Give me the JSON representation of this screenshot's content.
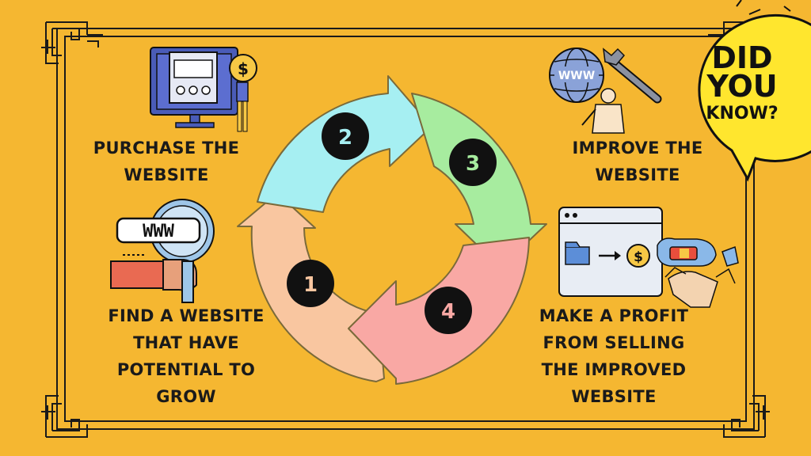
{
  "steps": [
    {
      "number": "1",
      "line1": "FIND A WEBSITE",
      "line2": "THAT HAVE",
      "line3": "POTENTIAL TO",
      "line4": "GROW",
      "color": "#F9C6A0"
    },
    {
      "number": "2",
      "line1": "PURCHASE THE",
      "line2": "WEBSITE",
      "color": "#A6EFF2"
    },
    {
      "number": "3",
      "line1": "IMPROVE THE",
      "line2": "WEBSITE",
      "color": "#A7EC9F"
    },
    {
      "number": "4",
      "line1": "MAKE A PROFIT",
      "line2": "FROM SELLING",
      "line3": "THE IMPROVED",
      "line4": "WEBSITE",
      "color": "#F9A8A4"
    }
  ],
  "callout": {
    "line1": "DID",
    "line2": "YOU",
    "line3": "KNOW?",
    "color": "#FFE62E"
  },
  "icons": {
    "www_text": "WWW",
    "globe_text": "WWW",
    "dollar": "$"
  },
  "colors": {
    "background": "#F5B731",
    "border": "#1a1a1a"
  }
}
